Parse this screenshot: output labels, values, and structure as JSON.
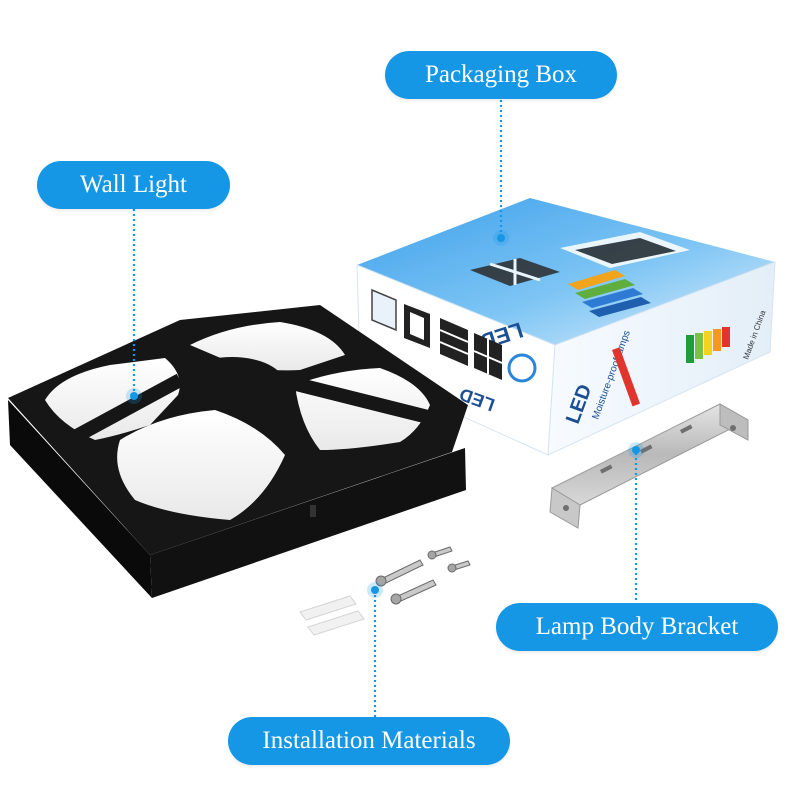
{
  "callouts": {
    "packaging_box": "Packaging Box",
    "wall_light": "Wall Light",
    "lamp_body_bracket": "Lamp Body Bracket",
    "installation_materials": "Installation Materials"
  },
  "box_print": {
    "brand": "LED",
    "subtitle": "Moisture-proof lamps",
    "made_in": "Made in China"
  },
  "colors": {
    "callout_bg": "#1597e5",
    "callout_text": "#ffffff",
    "box_blue": "#2a86d9",
    "lamp_body": "#141414"
  }
}
